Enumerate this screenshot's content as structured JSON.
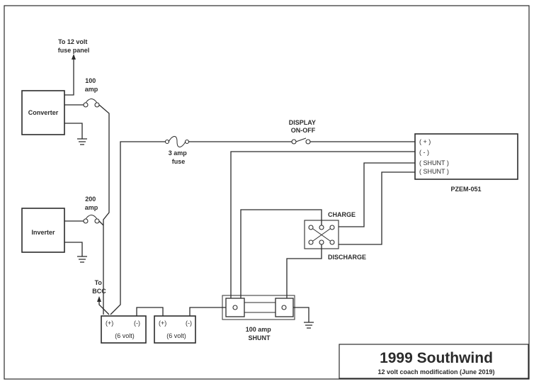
{
  "blocks": {
    "converter": "Converter",
    "inverter": "Inverter",
    "pzem": "PZEM-051"
  },
  "labels": {
    "fuse_panel_line1": "To 12 volt",
    "fuse_panel_line2": "fuse panel",
    "breaker100_line1": "100",
    "breaker100_line2": "amp",
    "breaker200_line1": "200",
    "breaker200_line2": "amp",
    "fuse3_line1": "3 amp",
    "fuse3_line2": "fuse",
    "display_line1": "DISPLAY",
    "display_line2": "ON-OFF",
    "bcc_line1": "To",
    "bcc_line2": "BCC",
    "charge": "CHARGE",
    "discharge": "DISCHARGE",
    "shunt_line1": "100 amp",
    "shunt_line2": "SHUNT"
  },
  "pzem_terminals": [
    "( + )",
    "( - )",
    "( SHUNT )",
    "( SHUNT )"
  ],
  "batteries": [
    {
      "pos": "(+)",
      "neg": "(-)",
      "volt": "(6 volt)"
    },
    {
      "pos": "(+)",
      "neg": "(-)",
      "volt": "(6 volt)"
    }
  ],
  "title_block": {
    "title": "1999 Southwind",
    "subtitle": "12 volt coach modification (June 2019)"
  }
}
